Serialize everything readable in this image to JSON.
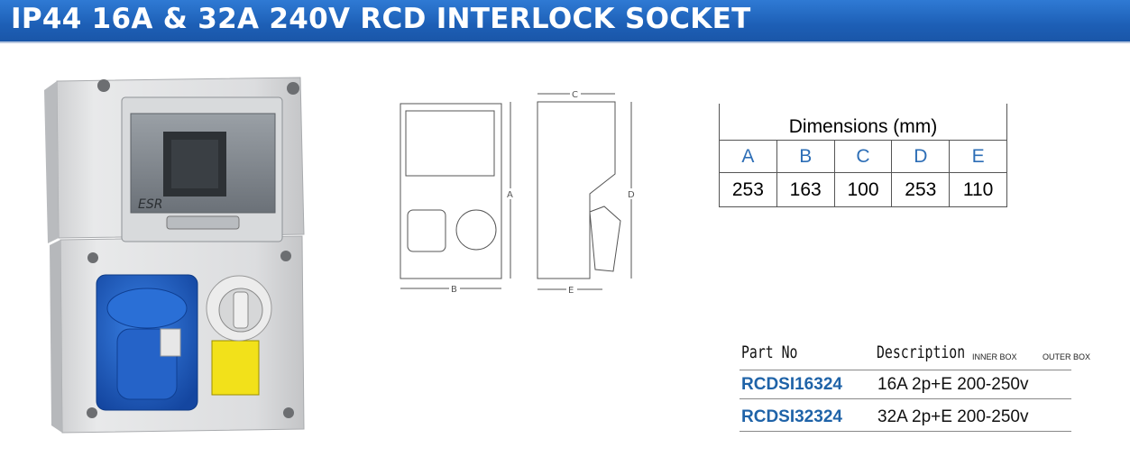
{
  "header": {
    "title": "IP44 16A & 32A 240V RCD INTERLOCK SOCKET"
  },
  "photo": {
    "brand_text": "ESR"
  },
  "drawing": {
    "labels": [
      "A",
      "B",
      "C",
      "D",
      "E"
    ]
  },
  "dimensions": {
    "caption": "Dimensions (mm)",
    "columns": [
      "A",
      "B",
      "C",
      "D",
      "E"
    ],
    "values": [
      "253",
      "163",
      "100",
      "253",
      "110"
    ]
  },
  "parts": {
    "headers": {
      "part_no": "Part No",
      "description": "Description",
      "inner_box": "INNER BOX",
      "outer_box": "OUTER BOX"
    },
    "rows": [
      {
        "part_no": "RCDSI16324",
        "description": "16A 2p+E 200-250v"
      },
      {
        "part_no": "RCDSI32324",
        "description": "32A 2p+E 200-250v"
      }
    ]
  },
  "colors": {
    "banner": "#1d5fb6",
    "part_link": "#1f63a8",
    "socket_blue": "#1f5fc4",
    "dim_letter": "#2d6eb6"
  }
}
